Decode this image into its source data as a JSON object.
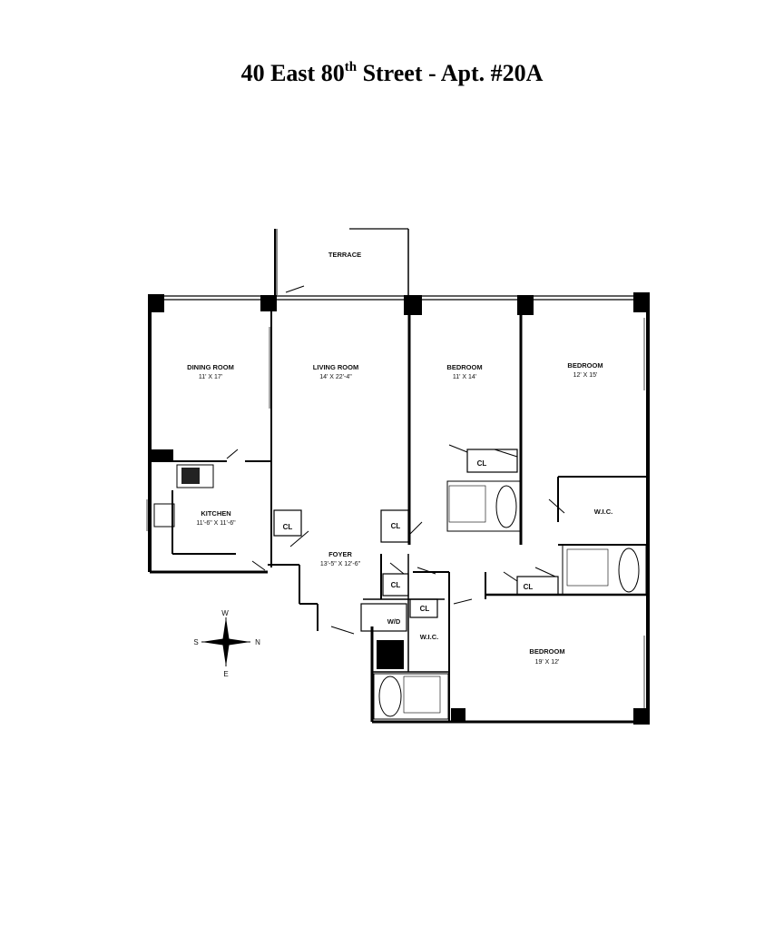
{
  "header": {
    "title_part1": "40 East 80",
    "title_sup": "th",
    "title_part2": " Street - Apt. #20A"
  },
  "rooms": {
    "terrace": "TERRACE",
    "dining_name": "DINING ROOM",
    "dining_dim": "11' X 17'",
    "living_name": "LIVING ROOM",
    "living_dim": "14' X 22'-4\"",
    "bedroom1_name": "BEDROOM",
    "bedroom1_dim": "11' X 14'",
    "bedroom2_name": "BEDROOM",
    "bedroom2_dim": "12' X 15'",
    "kitchen_name": "KITCHEN",
    "kitchen_dim": "11'-6\" X 11'-6\"",
    "foyer_name": "FOYER",
    "foyer_dim": "13'-5\" X 12'-6\"",
    "bedroom3_name": "BEDROOM",
    "bedroom3_dim": "19' X 12'",
    "wic1": "W.I.C.",
    "wic2": "W.I.C.",
    "wd": "W/D",
    "cl": "CL"
  },
  "compass": {
    "w": "W",
    "s": "S",
    "n": "N",
    "e": "E"
  }
}
